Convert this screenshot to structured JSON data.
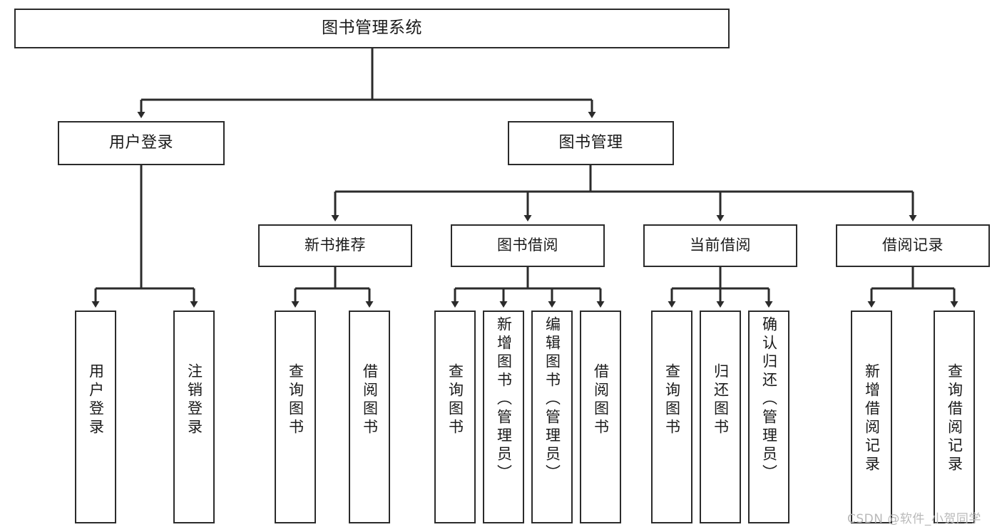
{
  "diagram": {
    "title": "图书管理系统",
    "type": "tree",
    "orientation": "top-down",
    "colors": {
      "box_border": "#2b2b2b",
      "box_fill": "#ffffff",
      "edge": "#2b2b2b",
      "text": "#1a1a1a",
      "background": "#ffffff",
      "watermark": "#b9b9b9"
    }
  },
  "nodes": {
    "root": {
      "label": "图书管理系统"
    },
    "level2": [
      {
        "id": "user-login",
        "label": "用户登录"
      },
      {
        "id": "book-manage",
        "label": "图书管理"
      }
    ],
    "level3": [
      {
        "id": "new-book-recommend",
        "label": "新书推荐"
      },
      {
        "id": "book-borrow",
        "label": "图书借阅"
      },
      {
        "id": "current-borrow",
        "label": "当前借阅"
      },
      {
        "id": "borrow-record",
        "label": "借阅记录"
      }
    ],
    "leaves": {
      "user_login": [
        {
          "id": "leaf-user-login",
          "label": "用户登录"
        },
        {
          "id": "leaf-logout-login",
          "label": "注销登录"
        }
      ],
      "new_book_recommend": [
        {
          "id": "leaf-query-book-1",
          "label": "查询图书"
        },
        {
          "id": "leaf-borrow-book-1",
          "label": "借阅图书"
        }
      ],
      "book_borrow": [
        {
          "id": "leaf-query-book-2",
          "label": "查询图书"
        },
        {
          "id": "leaf-add-book",
          "label": "新增图书（管理员）"
        },
        {
          "id": "leaf-edit-book",
          "label": "编辑图书（管理员）"
        },
        {
          "id": "leaf-borrow-book-2",
          "label": "借阅图书"
        }
      ],
      "current_borrow": [
        {
          "id": "leaf-query-book-3",
          "label": "查询图书"
        },
        {
          "id": "leaf-return-book",
          "label": "归还图书"
        },
        {
          "id": "leaf-confirm-return",
          "label": "确认归还（管理员）"
        }
      ],
      "borrow_record": [
        {
          "id": "leaf-add-record",
          "label": "新增借阅记录"
        },
        {
          "id": "leaf-query-record",
          "label": "查询借阅记录"
        }
      ]
    }
  },
  "watermark": {
    "text": "CSDN @软件_小贺同学"
  }
}
